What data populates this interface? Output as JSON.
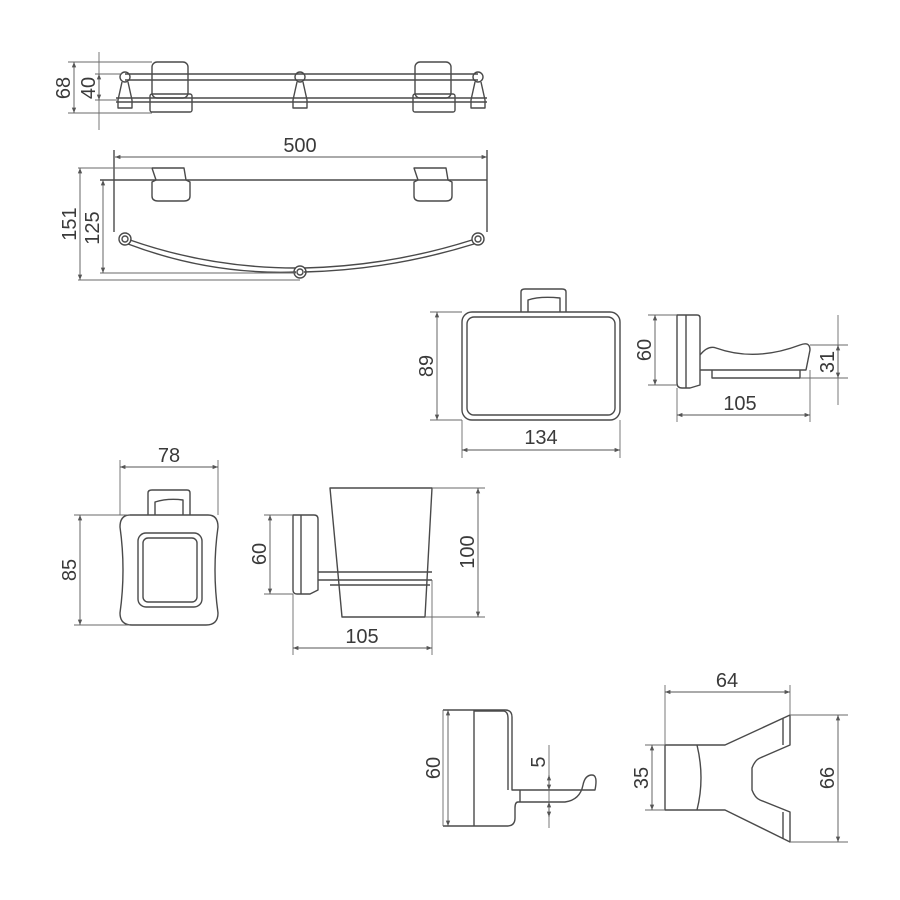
{
  "shelf": {
    "top_view": {
      "overall_height": "68",
      "rail_height": "40"
    },
    "front_view": {
      "width": "500",
      "depth": "151",
      "glass_depth": "125"
    }
  },
  "soap_dish": {
    "front_view": {
      "height": "89",
      "width": "134"
    },
    "side_view": {
      "plate_height": "60",
      "dish_height": "31",
      "projection": "105"
    }
  },
  "tumbler_holder": {
    "front_view": {
      "width": "78",
      "height": "85"
    },
    "side_view": {
      "plate_height": "60",
      "cup_height": "100",
      "projection": "105"
    }
  },
  "robe_hook": {
    "side_view": {
      "plate_height": "60",
      "hook_thickness": "5"
    },
    "front_view": {
      "depth": "64",
      "cap_height": "35",
      "height": "66"
    }
  }
}
